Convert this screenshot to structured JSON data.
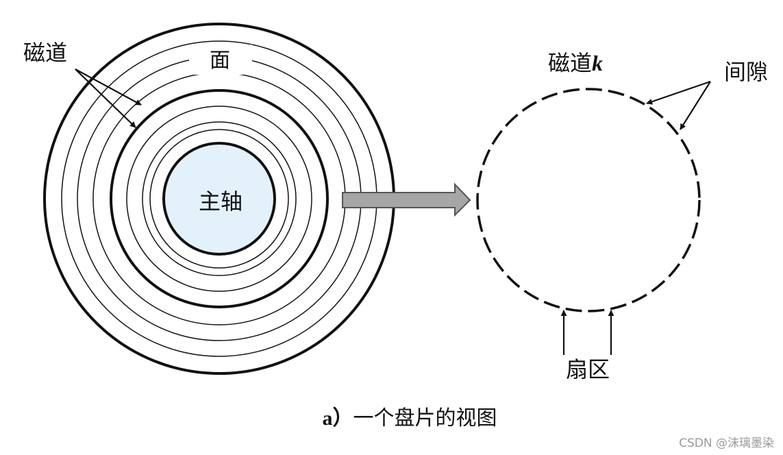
{
  "diagram": {
    "disk": {
      "track_label": "磁道",
      "surface_label": "面",
      "spindle_label": "主轴",
      "spindle_fill": "#e3f1fb"
    },
    "track_detail": {
      "title_prefix": "磁道",
      "title_var": "k",
      "gap_label": "间隙",
      "sector_label": "扇区"
    },
    "arrow_fill": "#a6a6a6",
    "caption_prefix": "a）",
    "caption_text": "一个盘片的视图"
  },
  "watermark": "CSDN @沫璃墨染"
}
